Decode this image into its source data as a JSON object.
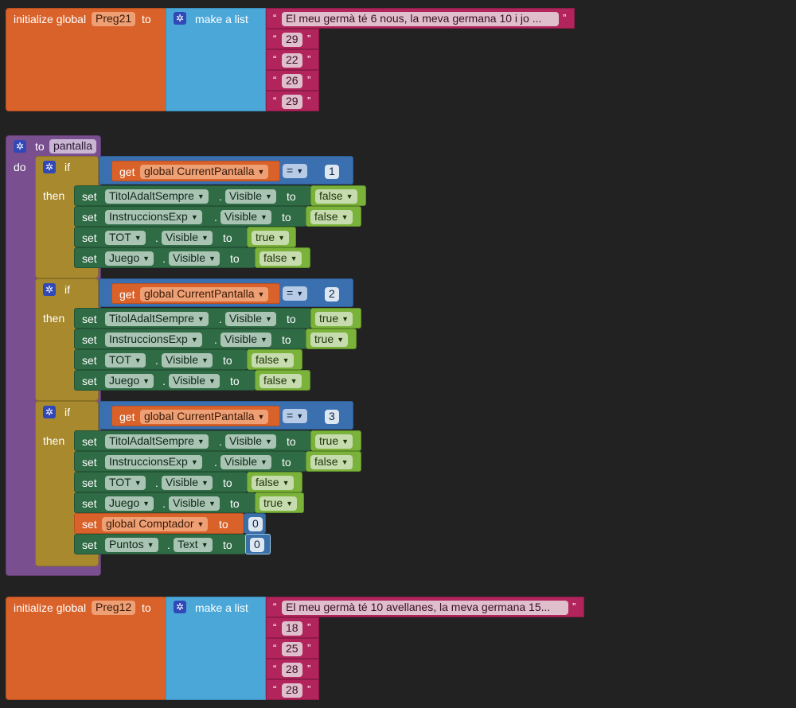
{
  "colors": {
    "variables": "#d9622b",
    "lists": "#4aa7d8",
    "text": "#b2245c",
    "procedures": "#7a4f8f",
    "control": "#a8892e",
    "components": "#2f6b45",
    "logic": "#7ab23a",
    "math": "#3a6fb0",
    "background": "#222222"
  },
  "icons": {
    "mutator": "gear-icon",
    "dropdown": "triangle-down-icon"
  },
  "global1": {
    "kw_initialize": "initialize global",
    "name": "Preg21",
    "kw_to": "to",
    "make_list": "make a list",
    "items": [
      "El meu germà té 6 nous, la meva germana 10 i jo ...",
      "29",
      "22",
      "26",
      "29"
    ]
  },
  "proc": {
    "kw_to": "to",
    "name": "pantalla",
    "kw_do": "do",
    "kw_if": "if",
    "kw_then": "then",
    "kw_get": "get",
    "var": "global CurrentPantalla",
    "op": "=",
    "kw_set": "set",
    "kw_to_set": "to",
    "dot": ".",
    "if1": {
      "value": "1",
      "rows": [
        {
          "comp": "TitolAdaltSempre",
          "prop": "Visible",
          "val": "false"
        },
        {
          "comp": "InstruccionsExp",
          "prop": "Visible",
          "val": "false"
        },
        {
          "comp": "TOT",
          "prop": "Visible",
          "val": "true"
        },
        {
          "comp": "Juego",
          "prop": "Visible",
          "val": "false"
        }
      ]
    },
    "if2": {
      "value": "2",
      "rows": [
        {
          "comp": "TitolAdaltSempre",
          "prop": "Visible",
          "val": "true"
        },
        {
          "comp": "InstruccionsExp",
          "prop": "Visible",
          "val": "true"
        },
        {
          "comp": "TOT",
          "prop": "Visible",
          "val": "false"
        },
        {
          "comp": "Juego",
          "prop": "Visible",
          "val": "false"
        }
      ]
    },
    "if3": {
      "value": "3",
      "rows": [
        {
          "comp": "TitolAdaltSempre",
          "prop": "Visible",
          "val": "true"
        },
        {
          "comp": "InstruccionsExp",
          "prop": "Visible",
          "val": "false"
        },
        {
          "comp": "TOT",
          "prop": "Visible",
          "val": "false"
        },
        {
          "comp": "Juego",
          "prop": "Visible",
          "val": "true"
        }
      ],
      "set_var": {
        "var": "global Comptador",
        "val": "0"
      },
      "set_last": {
        "comp": "Puntos",
        "prop": "Text",
        "val": "0"
      }
    }
  },
  "global2": {
    "kw_initialize": "initialize global",
    "name": "Preg12",
    "kw_to": "to",
    "make_list": "make a list",
    "items": [
      "El meu germà té 10 avellanes, la meva germana 15...",
      "18",
      "25",
      "28",
      "28"
    ]
  }
}
